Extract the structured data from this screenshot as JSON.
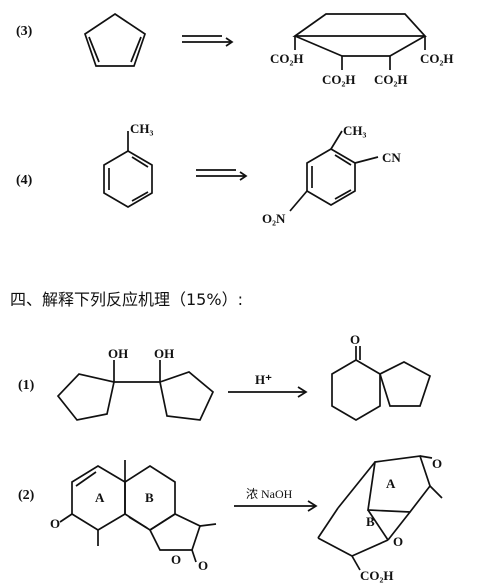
{
  "problems_top": [
    {
      "label": "(3)"
    },
    {
      "label": "(4)"
    }
  ],
  "structures": {
    "p3_product_groups": [
      "CO₂H",
      "CO₂H",
      "CO₂H",
      "CO₂H"
    ],
    "p4_reactant_group": "CH₃",
    "p4_product_groups": {
      "methyl": "CH₃",
      "nitrile": "CN",
      "nitro": "O₂N"
    }
  },
  "section": {
    "title": "四、解释下列反应机理（15%）:"
  },
  "mechanisms": [
    {
      "label": "(1)",
      "reactant_groups": [
        "OH",
        "OH"
      ],
      "reagent": "H⁺",
      "product_group": "O"
    },
    {
      "label": "(2)",
      "reactant_rings": [
        "A",
        "B"
      ],
      "reactant_groups": [
        "O",
        "O",
        "O"
      ],
      "reagent": "浓 NaOH",
      "product_rings": [
        "A",
        "B"
      ],
      "product_groups": [
        "O",
        "O",
        "CO₂H"
      ]
    }
  ]
}
